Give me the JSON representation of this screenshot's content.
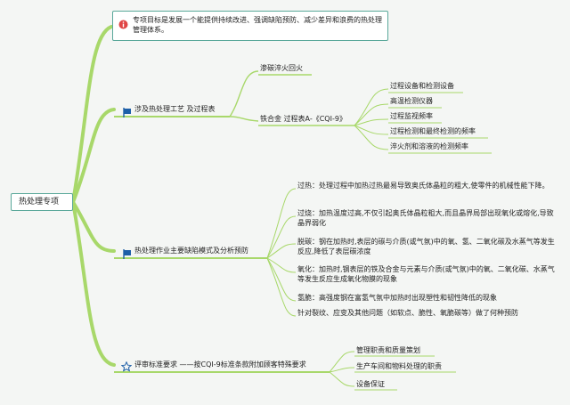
{
  "root": {
    "label": "热处理专项"
  },
  "branches": {
    "goal": {
      "text": "专项目标是发展一个能提供持续改进、强调缺陷预防、减少差异和浪费的热处理管理体系。"
    },
    "process": {
      "label": "涉及热处理工艺 及过程表",
      "children": {
        "carburize": "渗碳淬火回火",
        "table": "铁合金 过程表A-《CQI-9》"
      },
      "table_items": [
        "过程设备和检测设备",
        "高温检测仪器",
        "过程监视频率",
        "过程检测和最终检测的频率",
        "淬火剂和溶液的检测频率"
      ]
    },
    "defects": {
      "label": "热处理作业主要缺陷模式及分析预防",
      "items": [
        "过热：处理过程中加热过热最易导致奥氏体晶粒的粗大,使零件的机械性能下降。",
        "过烧：加热温度过高,不仅引起奥氏体晶粒粗大,而且晶界局部出现氧化或熔化,导致晶界弱化",
        "脱碳：钢在加热时,表层的碳与介质(或气氛)中的氧、氢、二氧化碳及水蒸气等发生反应,降低了表层碳浓度",
        "氧化：加热时,钢表层的铁及合金与元素与介质(或气氛)中的氧、二氧化碳、水蒸气等发生反应生成氧化物膜的现象",
        "氢脆：高强度钢在富氢气氛中加热时出现塑性和韧性降低的现象",
        "针对裂纹、应变及其他问题（如软点、脆性、氧脆碳等）做了何种预防"
      ]
    },
    "eval": {
      "label": "评审标准要求 ——按CQI-9标准条款附加顾客特殊要求",
      "items": [
        "管理职责和质量策划",
        "生产车间和物料处理的职责",
        "设备保证"
      ]
    }
  }
}
